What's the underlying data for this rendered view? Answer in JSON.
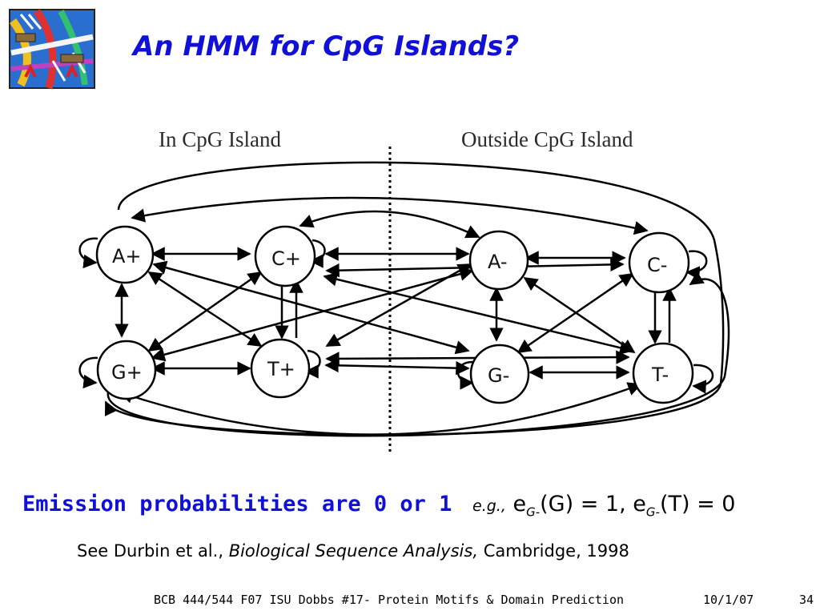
{
  "slide": {
    "title": "An HMM for CpG Islands?",
    "logo_icon": "dna-collage-logo"
  },
  "diagram": {
    "in_label": "In CpG Island",
    "out_label": "Outside CpG Island",
    "nodes": [
      "A+",
      "C+",
      "G+",
      "T+",
      "A-",
      "C-",
      "G-",
      "T-"
    ]
  },
  "emission": {
    "heading": "Emission probabilities are 0 or 1",
    "eg": "e.g.,",
    "e1_sym": "e",
    "e1_sub": "G-",
    "e1_rest": "(G) = 1,",
    "e2_sym": "e",
    "e2_sub": "G-",
    "e2_rest": "(T) = 0"
  },
  "reference": {
    "prefix": "See Durbin et al.,",
    "book": "Biological Sequence Analysis,",
    "suffix": "Cambridge, 1998"
  },
  "footer": {
    "course": "BCB 444/544 F07 ISU Dobbs #17- Protein Motifs & Domain Prediction",
    "date": "10/1/07",
    "page": "34"
  }
}
